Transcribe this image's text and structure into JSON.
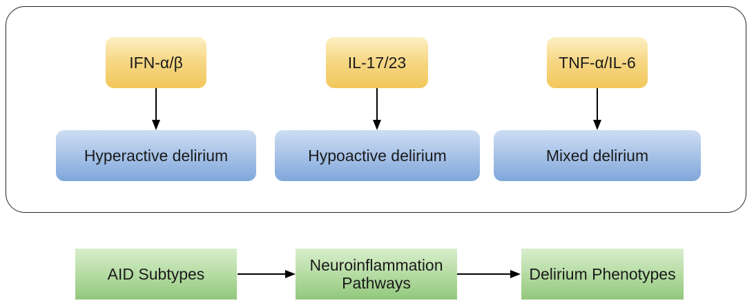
{
  "figure": {
    "description_panel": {
      "columns": [
        {
          "cytokine": "IFN-α/β",
          "phenotype": "Hyperactive delirium"
        },
        {
          "cytokine": "IL-17/23",
          "phenotype": "Hypoactive delirium"
        },
        {
          "cytokine": "TNF-α/IL-6",
          "phenotype": "Mixed delirium"
        }
      ]
    },
    "flow_steps": [
      "AID Subtypes",
      "Neuroinflammation Pathways",
      "Delirium Phenotypes"
    ]
  },
  "colors": {
    "cytokine_gradient_top": "#FDF0C4",
    "cytokine_gradient_bottom": "#F2C75B",
    "phenotype_gradient_top": "#CDDEF3",
    "phenotype_gradient_bottom": "#7FA7DB",
    "step_gradient_top": "#D8EECC",
    "step_gradient_bottom": "#92C87C",
    "panel_border": "#222222",
    "arrow": "#000000",
    "text": "#1a1a1a",
    "background": "#ffffff"
  }
}
